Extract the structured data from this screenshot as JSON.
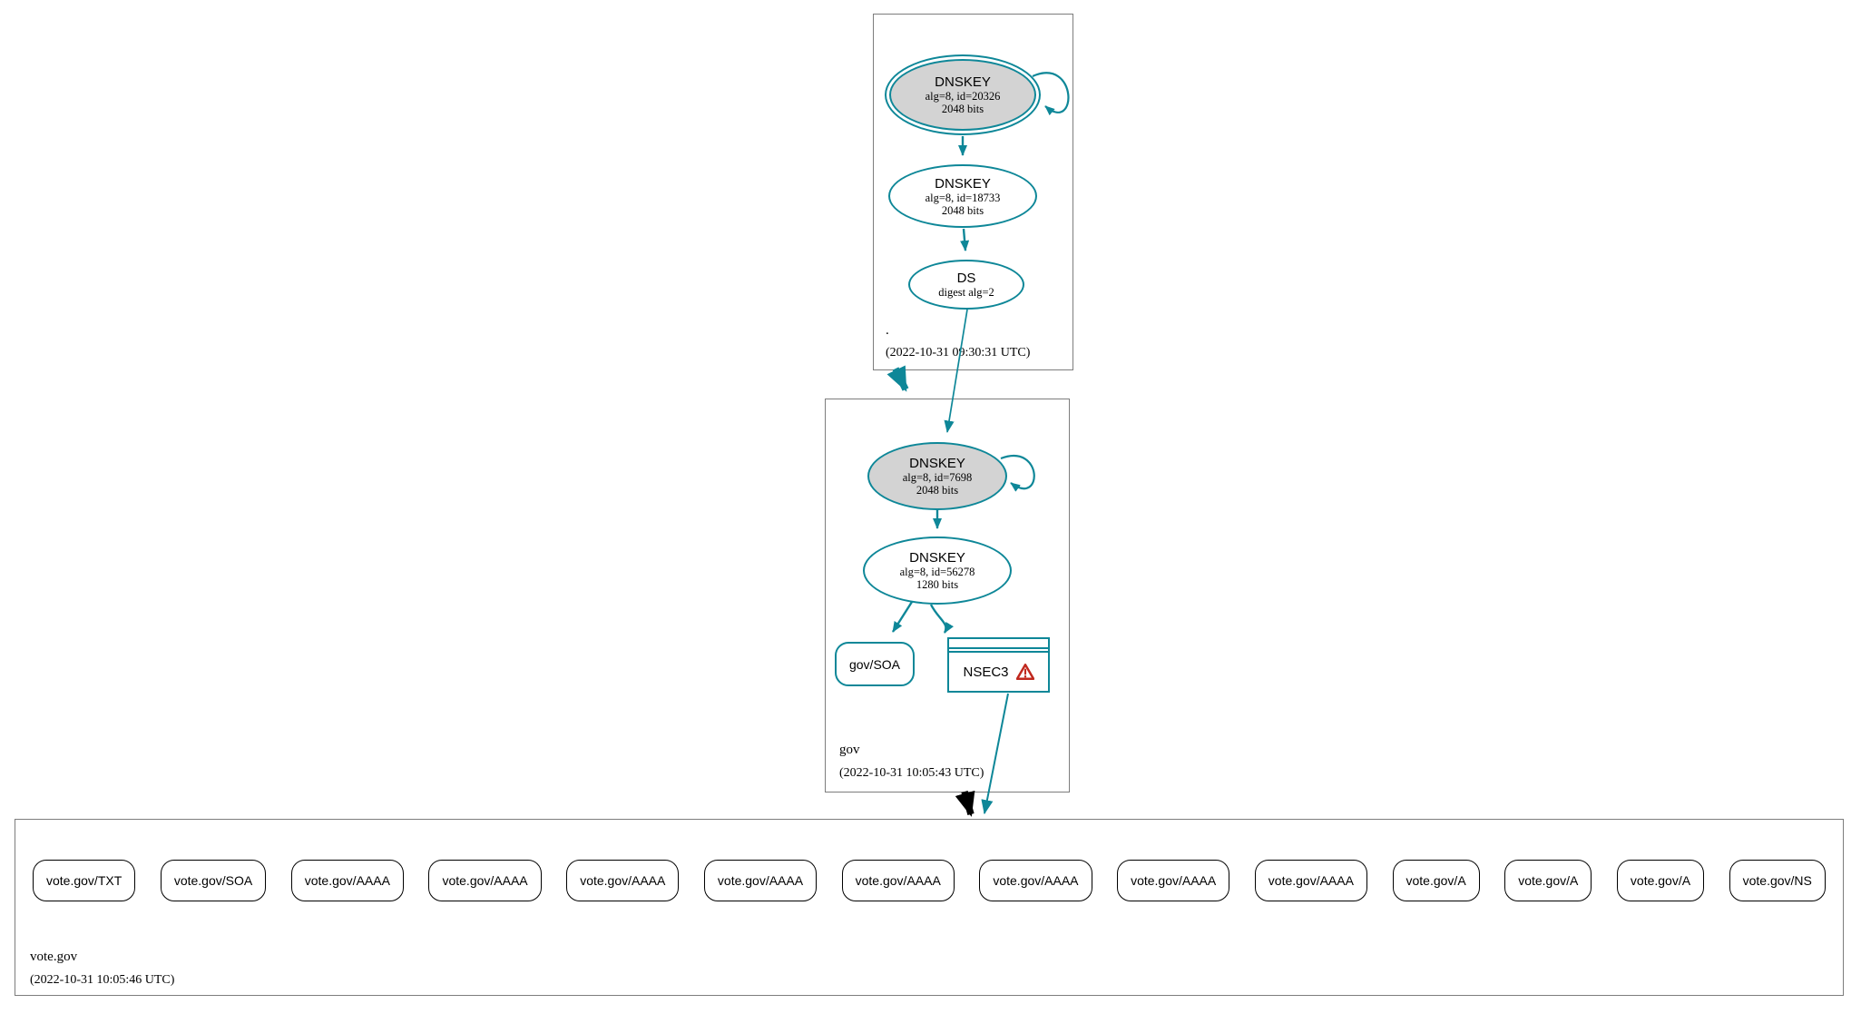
{
  "colors": {
    "accent_teal": "#0e8798",
    "node_fill_gray": "#d3d3d3",
    "warning_red": "#c0281e",
    "zone_border_gray": "#7d7d7d",
    "rrset_border_black": "#000000"
  },
  "root_zone": {
    "label": ".",
    "timestamp": "(2022-10-31 09:30:31 UTC)",
    "ksk": {
      "title": "DNSKEY",
      "algorithm": "alg=8, id=20326",
      "size": "2048 bits"
    },
    "zsk": {
      "title": "DNSKEY",
      "algorithm": "alg=8, id=18733",
      "size": "2048 bits"
    },
    "ds": {
      "title": "DS",
      "digest": "digest alg=2"
    }
  },
  "gov_zone": {
    "label": "gov",
    "timestamp": "(2022-10-31 10:05:43 UTC)",
    "ksk": {
      "title": "DNSKEY",
      "algorithm": "alg=8, id=7698",
      "size": "2048 bits"
    },
    "zsk": {
      "title": "DNSKEY",
      "algorithm": "alg=8, id=56278",
      "size": "1280 bits"
    },
    "soa": {
      "label": "gov/SOA"
    },
    "nsec3": {
      "label": "NSEC3",
      "warning_icon": "warning-triangle-icon"
    }
  },
  "vote_zone": {
    "label": "vote.gov",
    "timestamp": "(2022-10-31 10:05:46 UTC)",
    "rrsets": [
      "vote.gov/TXT",
      "vote.gov/SOA",
      "vote.gov/AAAA",
      "vote.gov/AAAA",
      "vote.gov/AAAA",
      "vote.gov/AAAA",
      "vote.gov/AAAA",
      "vote.gov/AAAA",
      "vote.gov/AAAA",
      "vote.gov/AAAA",
      "vote.gov/A",
      "vote.gov/A",
      "vote.gov/A",
      "vote.gov/NS"
    ]
  }
}
